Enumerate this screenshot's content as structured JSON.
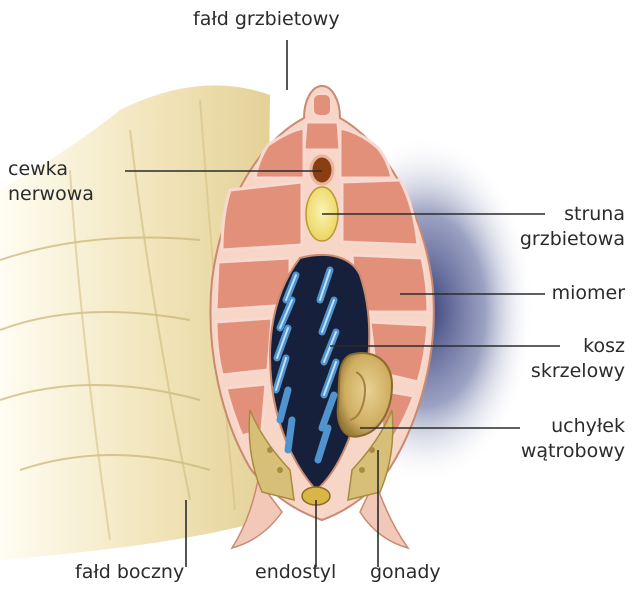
{
  "labels": {
    "dorsal_fin": "fałd grzbietowy",
    "neural_tube_l1": "cewka",
    "neural_tube_l2": "nerwowa",
    "notochord_l1": "struna",
    "notochord_l2": "grzbietowa",
    "myomere": "miomer",
    "gill_basket_l1": "kosz",
    "gill_basket_l2": "skrzelowy",
    "liver_l1": "uchyłek",
    "liver_l2": "wątrobowy",
    "metapleural_fold": "fałd boczny",
    "endostyle": "endostyl",
    "gonads": "gonady"
  },
  "colors": {
    "muscle": "#e3907b",
    "muscle_line": "#f7d9cf",
    "notochord": "#f3e27e",
    "neural_tube": "#8a3f12",
    "pharynx_dark": "#16203a",
    "gill_bar": "#4f93cf",
    "liver": "#d9bd74",
    "gonad": "#d7bf78",
    "body_fold": "#ecd79f",
    "leader_line": "#2b2b2b",
    "shadow": "#2c3570"
  }
}
